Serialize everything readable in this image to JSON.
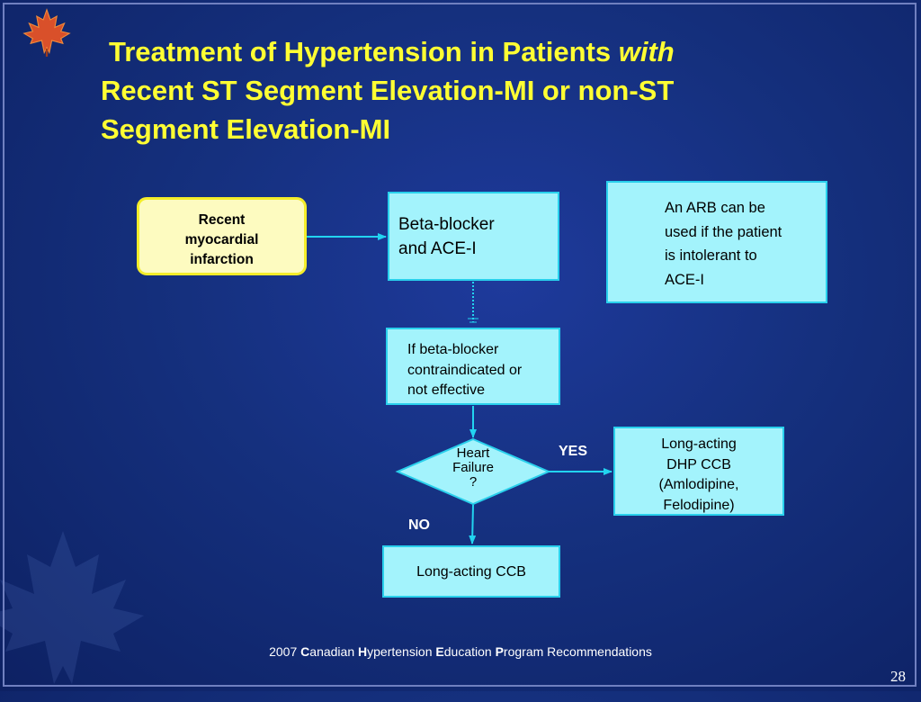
{
  "title": {
    "line1_prefix": "Treatment of Hypertension in Patients",
    "line1_italic": "with",
    "line2": "Recent ST Segment Elevation-MI or non-ST",
    "line3": "Segment Elevation-MI"
  },
  "nodes": {
    "recent_mi": [
      "Recent",
      "myocardial",
      "infarction"
    ],
    "beta_blocker_ace": [
      "Beta-blocker",
      "and ACE-I"
    ],
    "arb_note": [
      "An ARB can be",
      "used if the patient",
      "is intolerant to",
      "ACE-I"
    ],
    "bb_contraindicated": [
      "If beta-blocker",
      "contraindicated or",
      "not effective"
    ],
    "heart_failure": [
      "Heart",
      "Failure",
      "?"
    ],
    "dhp_ccb": [
      "Long-acting",
      "DHP CCB",
      "(Amlodipine,",
      "Felodipine)"
    ],
    "long_acting_ccb": "Long-acting CCB"
  },
  "edges": {
    "yes": "YES",
    "no": "NO"
  },
  "footer": {
    "year": "2007",
    "c_initial": "C",
    "c_rest": "anadian",
    "h_initial": "H",
    "h_rest": "ypertension",
    "e_initial": "E",
    "e_rest": "ducation",
    "p_initial": "P",
    "p_rest": "rogram Recommendations"
  },
  "page_number": "28",
  "colors": {
    "title": "#ffff33",
    "box_fill": "#a3f3fc",
    "box_border": "#29d0ec",
    "start_fill": "#fdfbc0",
    "start_border": "#f4ed2a",
    "arrow": "#22d4f0",
    "background": "#15307e"
  }
}
